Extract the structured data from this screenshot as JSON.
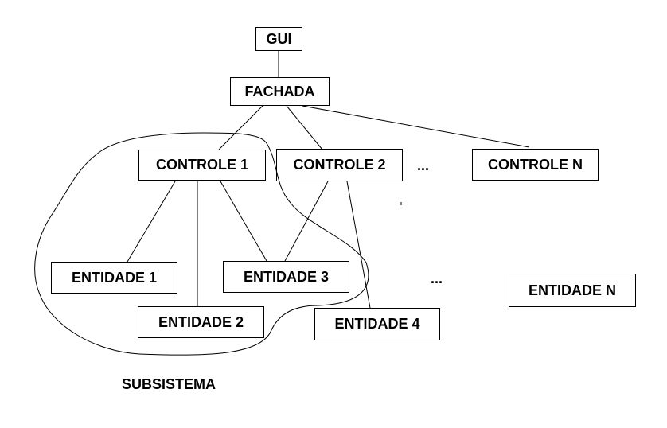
{
  "nodes": {
    "gui": "GUI",
    "fachada": "FACHADA",
    "controle1": "CONTROLE 1",
    "controle2": "CONTROLE 2",
    "controleN": "CONTROLE N",
    "entidade1": "ENTIDADE 1",
    "entidade2": "ENTIDADE 2",
    "entidade3": "ENTIDADE 3",
    "entidade4": "ENTIDADE 4",
    "entidadeN": "ENTIDADE N"
  },
  "ellipsis": {
    "controles": "...",
    "entidades": "..."
  },
  "subsystem_label": "SUBSISTEMA"
}
